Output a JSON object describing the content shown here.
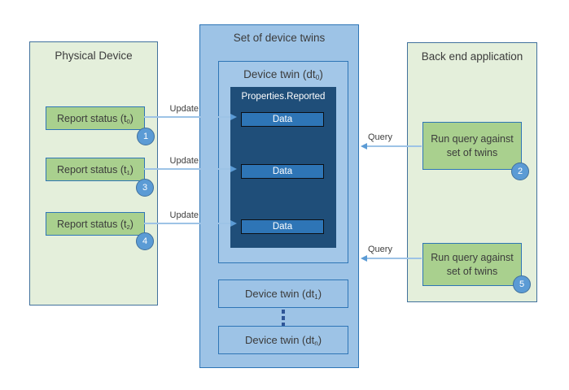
{
  "physical_device": {
    "title": "Physical Device",
    "items": [
      {
        "base": "Report status (t",
        "sub": "0",
        "close": ")",
        "badge": "1"
      },
      {
        "base": "Report status (t",
        "sub": "1",
        "close": ")",
        "badge": "3"
      },
      {
        "base": "Report status (t",
        "sub": "2",
        "close": ")",
        "badge": "4"
      }
    ]
  },
  "twin_set": {
    "title": "Set of device twins",
    "device_twin0": {
      "base": "Device twin (dt",
      "sub": "0",
      "close": ")"
    },
    "properties_reported": {
      "title": "Properties.Reported",
      "data_items": [
        "Data",
        "Data",
        "Data"
      ]
    },
    "device_twin1": {
      "base": "Device twin (dt",
      "sub": "1",
      "close": ")"
    },
    "device_twinN": {
      "base": "Device twin (dt",
      "sub": "n",
      "close": ")"
    }
  },
  "backend": {
    "title": "Back end application",
    "items": [
      {
        "line1": "Run query against",
        "line2": "set of twins",
        "badge": "2"
      },
      {
        "line1": "Run query against",
        "line2": "set of twins",
        "badge": "5"
      }
    ]
  },
  "arrows": {
    "update_label": "Update",
    "query_label": "Query"
  },
  "colors": {
    "green_fill_light": "#E4EFDB",
    "green_fill": "#A9D08E",
    "green_border": "#41719C",
    "blue_fill": "#9DC3E6",
    "blue_border": "#2E75B6",
    "navy_fill": "#1F4E79",
    "data_fill": "#2E75B6",
    "badge_fill": "#5B9BD5",
    "arrow_line": "#9DC3E6",
    "arrow_head": "#5B9BD5",
    "text": "#3B3B3B"
  }
}
